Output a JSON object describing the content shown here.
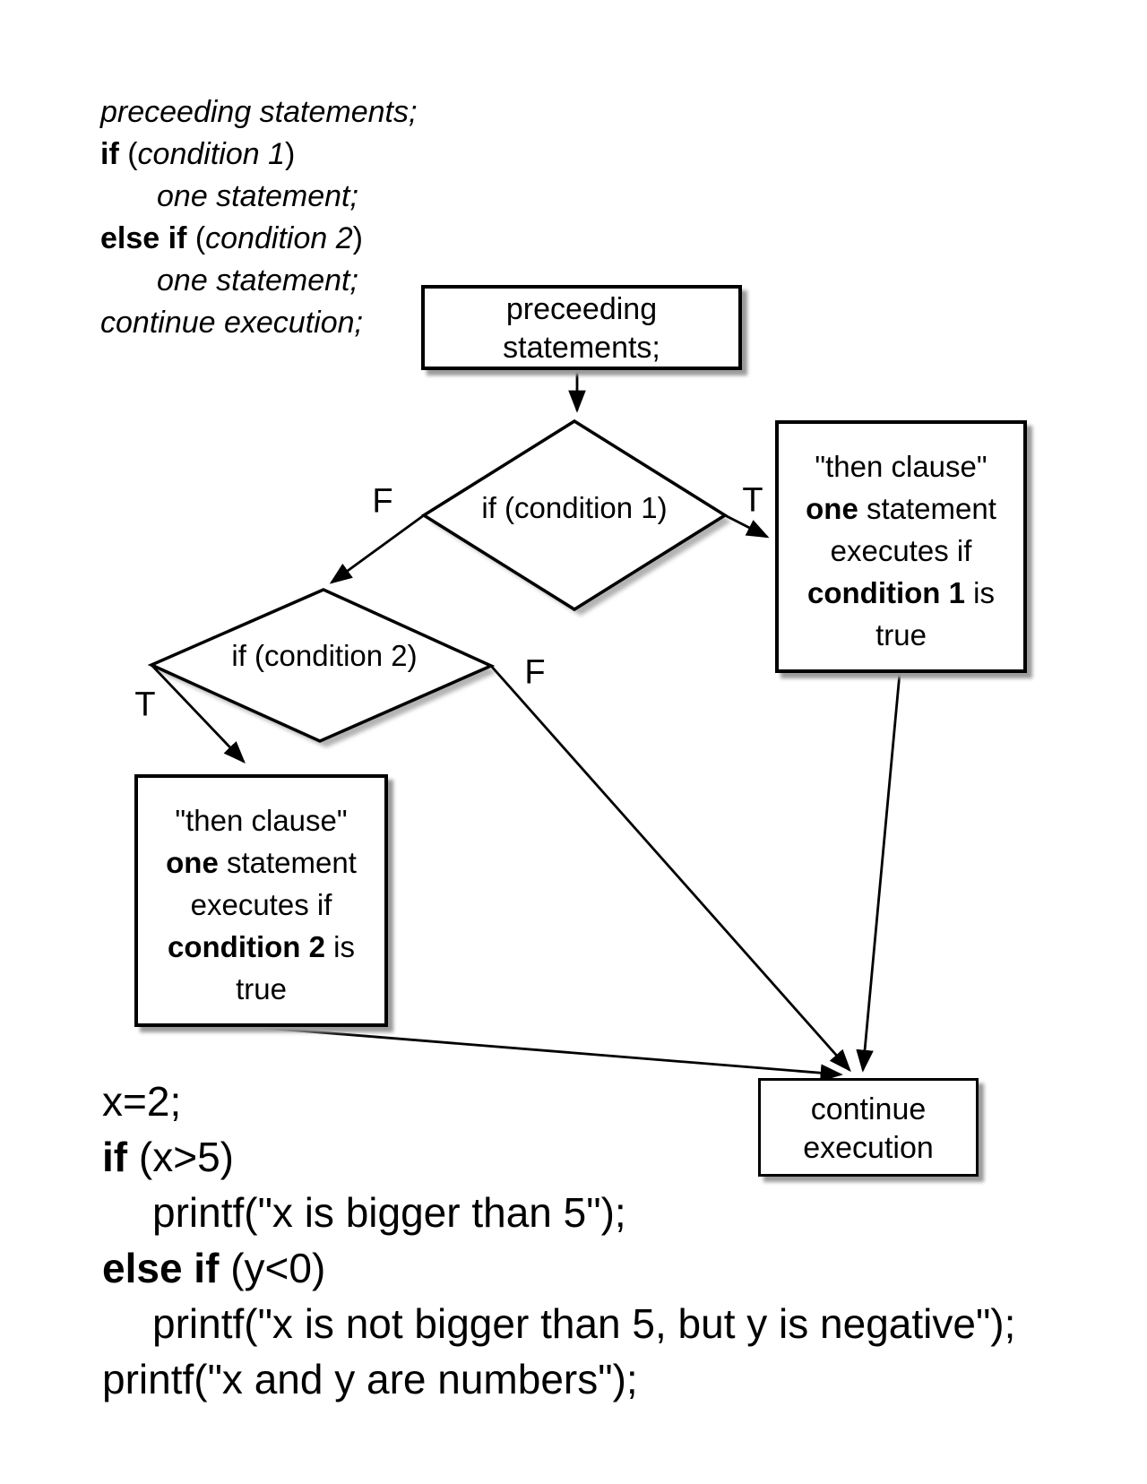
{
  "pseudocode": {
    "lines": [
      {
        "indent": 0,
        "segments": [
          {
            "text": "preceeding statements;",
            "style": "italic"
          }
        ]
      },
      {
        "indent": 0,
        "segments": [
          {
            "text": "if ",
            "style": "bold"
          },
          {
            "text": "(",
            "style": "normal"
          },
          {
            "text": "condition 1",
            "style": "italic"
          },
          {
            "text": ")",
            "style": "normal"
          }
        ]
      },
      {
        "indent": 1,
        "segments": [
          {
            "text": "one statement;",
            "style": "italic"
          }
        ]
      },
      {
        "indent": 0,
        "segments": [
          {
            "text": "else if ",
            "style": "bold"
          },
          {
            "text": "(",
            "style": "normal"
          },
          {
            "text": "condition 2",
            "style": "italic"
          },
          {
            "text": ")",
            "style": "normal"
          }
        ]
      },
      {
        "indent": 1,
        "segments": [
          {
            "text": "one statement;",
            "style": "italic"
          }
        ]
      },
      {
        "indent": 0,
        "segments": [
          {
            "text": "continue execution;",
            "style": "italic"
          }
        ]
      }
    ]
  },
  "flowchart": {
    "start_box": {
      "line1": "preceeding",
      "line2": "statements;"
    },
    "diamond1": {
      "label": "if (condition 1)",
      "false_label": "F",
      "true_label": "T"
    },
    "diamond2": {
      "label": "if (condition 2)",
      "true_label": "T",
      "false_label": "F"
    },
    "then_box1": {
      "lines": [
        {
          "indent": 0,
          "segments": [
            {
              "text": "\"then clause\"",
              "style": "normal"
            }
          ]
        },
        {
          "indent": 0,
          "segments": [
            {
              "text": "one",
              "style": "bold"
            },
            {
              "text": " statement",
              "style": "normal"
            }
          ]
        },
        {
          "indent": 0,
          "segments": [
            {
              "text": "executes if",
              "style": "normal"
            }
          ]
        },
        {
          "indent": 0,
          "segments": [
            {
              "text": "condition 1",
              "style": "bold"
            },
            {
              "text": " is",
              "style": "normal"
            }
          ]
        },
        {
          "indent": 0,
          "segments": [
            {
              "text": "true",
              "style": "normal"
            }
          ]
        }
      ]
    },
    "then_box2": {
      "lines": [
        {
          "indent": 0,
          "segments": [
            {
              "text": "\"then clause\"",
              "style": "normal"
            }
          ]
        },
        {
          "indent": 0,
          "segments": [
            {
              "text": "one",
              "style": "bold"
            },
            {
              "text": " statement",
              "style": "normal"
            }
          ]
        },
        {
          "indent": 0,
          "segments": [
            {
              "text": "executes if",
              "style": "normal"
            }
          ]
        },
        {
          "indent": 0,
          "segments": [
            {
              "text": "condition 2",
              "style": "bold"
            },
            {
              "text": " is",
              "style": "normal"
            }
          ]
        },
        {
          "indent": 0,
          "segments": [
            {
              "text": "true",
              "style": "normal"
            }
          ]
        }
      ]
    },
    "continue_box": {
      "line1": "continue",
      "line2": "execution"
    }
  },
  "code": {
    "lines": [
      {
        "indent": 0,
        "segments": [
          {
            "text": "x=2;",
            "style": "normal"
          }
        ]
      },
      {
        "indent": 0,
        "segments": [
          {
            "text": "if ",
            "style": "bold"
          },
          {
            "text": "(x>5)",
            "style": "normal"
          }
        ]
      },
      {
        "indent": 1,
        "segments": [
          {
            "text": "printf(\"x is bigger than 5\");",
            "style": "normal"
          }
        ]
      },
      {
        "indent": 0,
        "segments": [
          {
            "text": "else if ",
            "style": "bold"
          },
          {
            "text": "(y<0)",
            "style": "normal"
          }
        ]
      },
      {
        "indent": 1,
        "segments": [
          {
            "text": "printf(\"x is not bigger than 5, but y is negative\");",
            "style": "normal"
          }
        ]
      },
      {
        "indent": 0,
        "segments": [
          {
            "text": "printf(\"x and y are numbers\");",
            "style": "normal"
          }
        ]
      }
    ]
  },
  "colors": {
    "ink": "#000000",
    "background": "#ffffff",
    "shadow": "#9a9a9a"
  }
}
